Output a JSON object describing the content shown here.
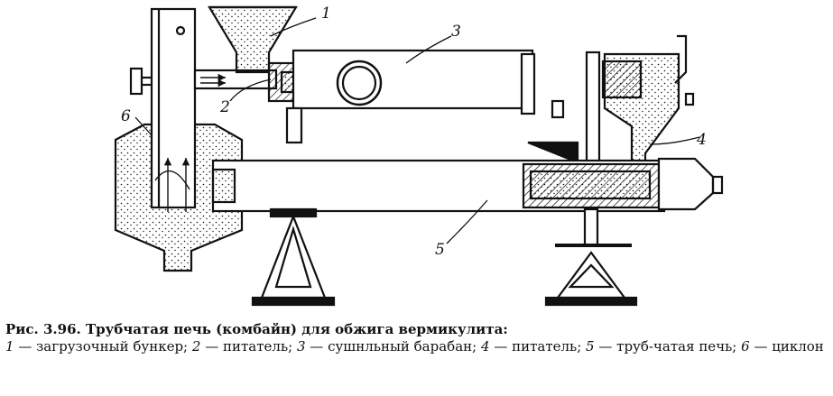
{
  "figure": {
    "labels": {
      "bunker": "1",
      "feeder_small": "2",
      "dryer": "3",
      "feeder": "4",
      "kiln": "5",
      "cyclone": "6"
    }
  },
  "caption": {
    "title": "Рис. 3.96. Трубчатая печь (комбайн) для обжига вермикулита:",
    "legend": [
      {
        "num": "1",
        "text": "загрузочный бункер;"
      },
      {
        "num": "2",
        "text": "питатель;"
      },
      {
        "num": "3",
        "text": "сушнльный барабан;"
      },
      {
        "num": "4",
        "text": "питатель;"
      },
      {
        "num": "5",
        "text": "труб-чатая печь;"
      },
      {
        "num": "6",
        "text": "циклон"
      }
    ],
    "legend_dash": "—"
  },
  "colors": {
    "ink": "#111111",
    "paper": "#ffffff"
  }
}
